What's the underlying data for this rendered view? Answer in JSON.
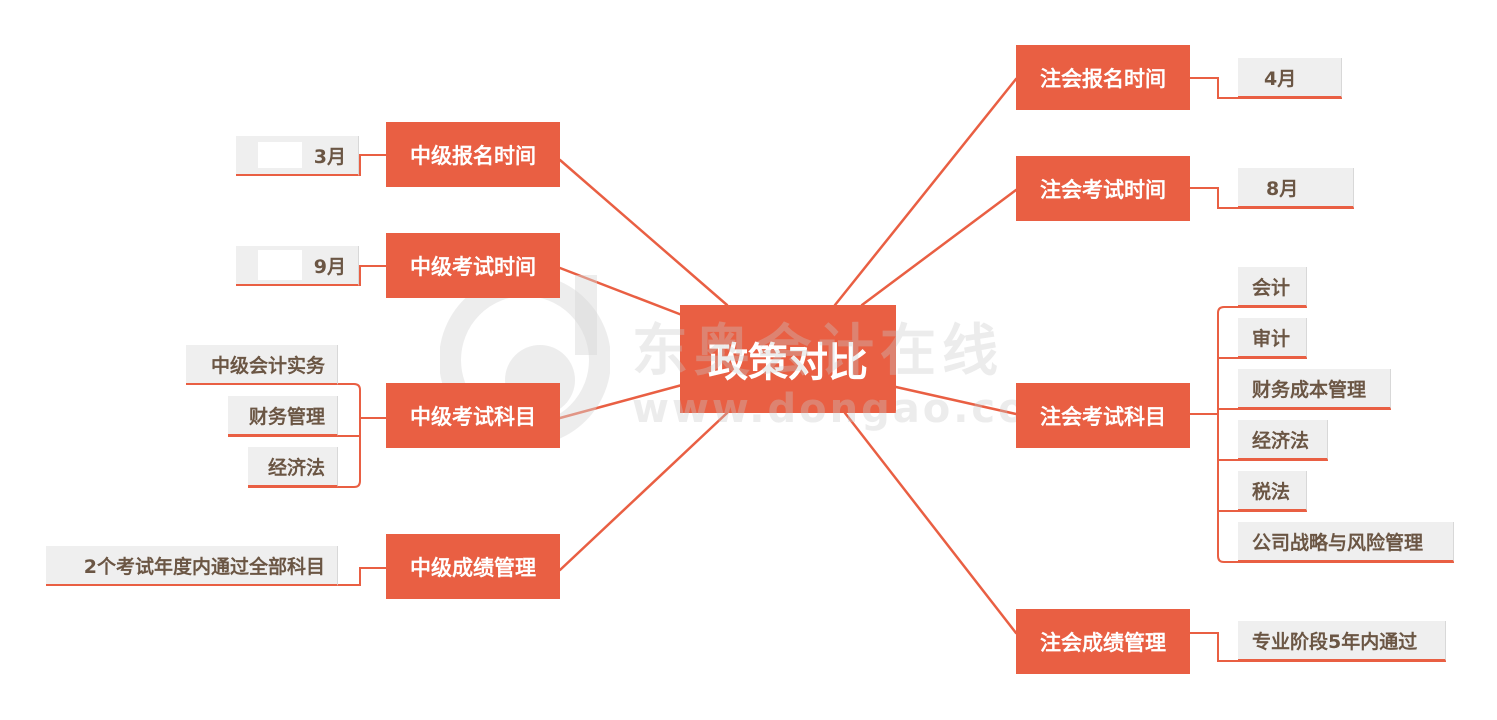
{
  "colors": {
    "accent": "#e95f43",
    "leaf_bg": "#efefef",
    "leaf_text": "#6b5644",
    "node_text": "#ffffff"
  },
  "center": {
    "label": "政策对比"
  },
  "watermark": {
    "brand": "东奥会计在线",
    "url": "www.dongao.com"
  },
  "left": [
    {
      "label": "中级报名时间",
      "children": [
        "3月"
      ]
    },
    {
      "label": "中级考试时间",
      "children": [
        "9月"
      ]
    },
    {
      "label": "中级考试科目",
      "children": [
        "中级会计实务",
        "财务管理",
        "经济法"
      ]
    },
    {
      "label": "中级成绩管理",
      "children": [
        "2个考试年度内通过全部科目"
      ]
    }
  ],
  "right": [
    {
      "label": "注会报名时间",
      "children": [
        "4月"
      ]
    },
    {
      "label": "注会考试时间",
      "children": [
        "8月"
      ]
    },
    {
      "label": "注会考试科目",
      "children": [
        "会计",
        "审计",
        "财务成本管理",
        "经济法",
        "税法",
        "公司战略与风险管理"
      ]
    },
    {
      "label": "注会成绩管理",
      "children": [
        "专业阶段5年内通过"
      ]
    }
  ]
}
